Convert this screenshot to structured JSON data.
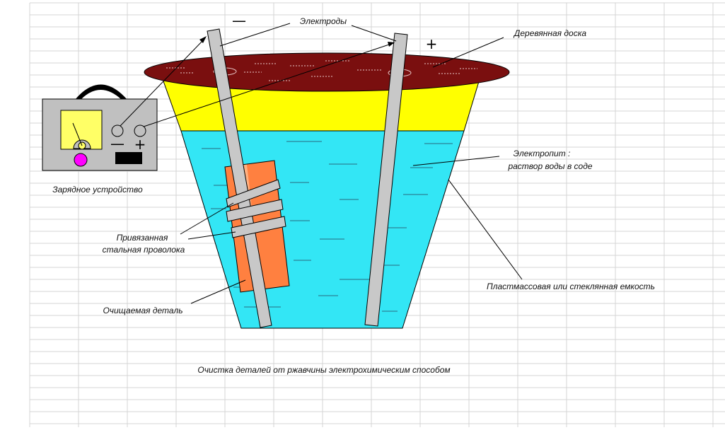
{
  "labels": {
    "electrodes": "Электроды",
    "board": "Деревянная доска",
    "charger": "Зарядное устройство",
    "electrolyte_line1": "Электропит :",
    "electrolyte_line2": "раствор воды в соде",
    "wire_line1": "Привязанная",
    "wire_line2": "стальная проволока",
    "part": "Очищаемая деталь",
    "container": "Пластмассовая или стеклянная емкость",
    "caption": "Очистка деталей от ржавчины электрохимическим способом"
  },
  "charger": {
    "minus_sign": "—",
    "plus_sign": "+"
  },
  "polarity": {
    "negative": "—",
    "positive": "+"
  },
  "colors": {
    "water": "#33e6f5",
    "oil_layer": "#ffff00",
    "board": "#7a0f0f",
    "electrode": "#c8c8c8",
    "part": "#ff8040",
    "charger_body": "#c0c0c0",
    "meter": "#ffff66",
    "indicator": "#ff00ff"
  }
}
